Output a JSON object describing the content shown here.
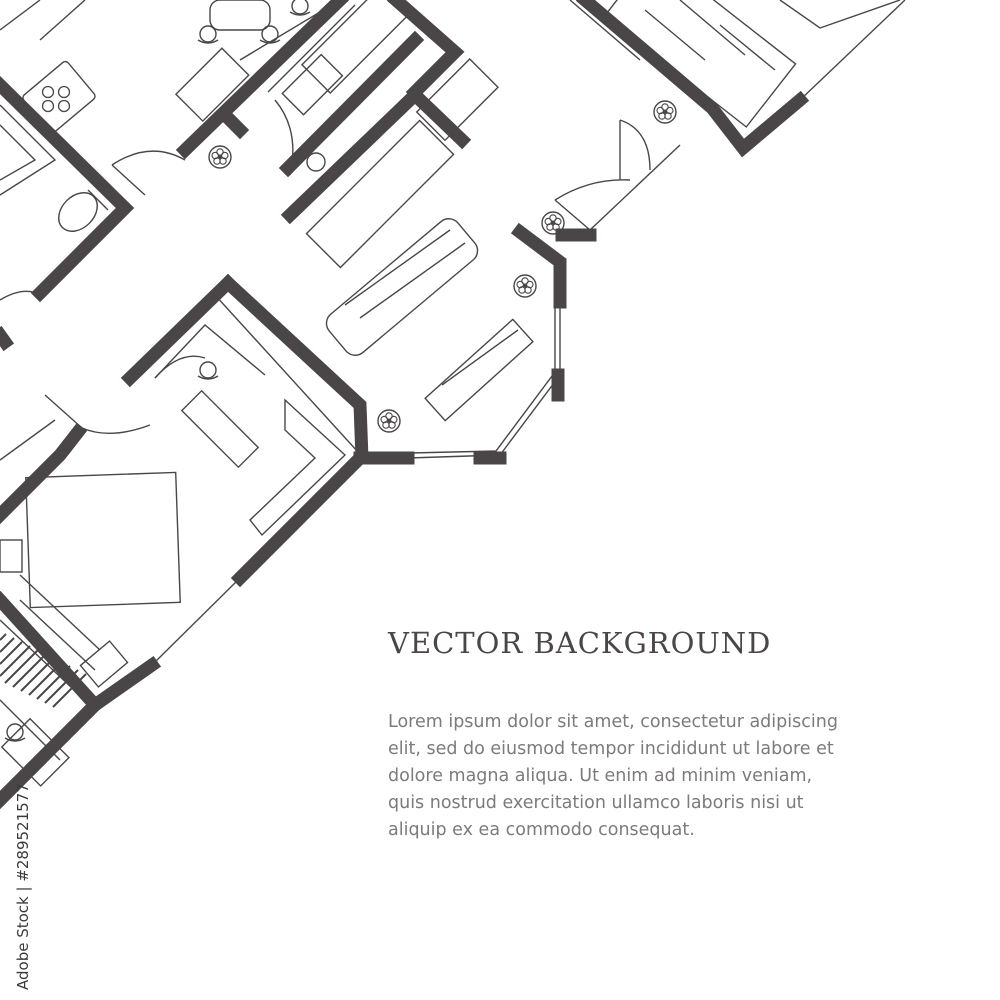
{
  "heading": "VECTOR BACKGROUND",
  "paragraph_lines": [
    "Lorem ipsum dolor sit amet, consectetur adipiscing",
    "elit, sed do eiusmod tempor incididunt ut labore et",
    "dolore magna aliqua. Ut enim ad minim veniam,",
    "quis nostrud exercitation ullamco laboris nisi ut",
    "aliquip ex ea commodo consequat."
  ],
  "stock_id": "Adobe Stock | #289521577",
  "colors": {
    "wall": "#4a4647",
    "line": "#4a4647",
    "heading": "#4a4647",
    "text": "#7e7a7b",
    "background": "#ffffff"
  },
  "icons": [
    "plant-icon",
    "chair-icon",
    "stove-icon"
  ]
}
